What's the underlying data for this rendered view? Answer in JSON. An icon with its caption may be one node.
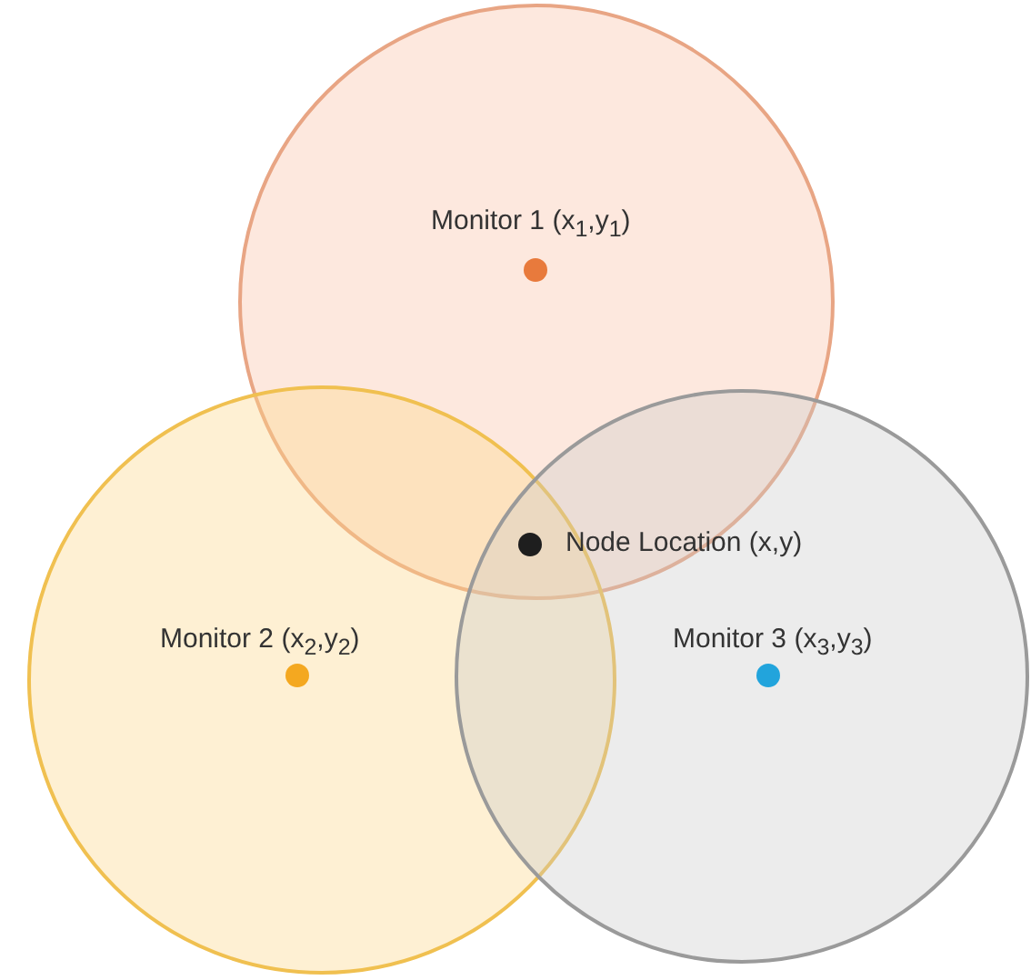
{
  "diagram": {
    "nodes": [
      {
        "text": [
          "Monitor 1 (x$_{1}$,y$_{1}$)"
        ]
      },
      {
        "text": [
          "Monitor 2 (x$_{2}$,y$_{2}$)"
        ]
      },
      {
        "text": [
          "Monitor 3 (x$_{3}$,y$_{3}$)"
        ]
      }
    ],
    "labels": [
      "Node Location (x,y)"
    ]
  }
}
